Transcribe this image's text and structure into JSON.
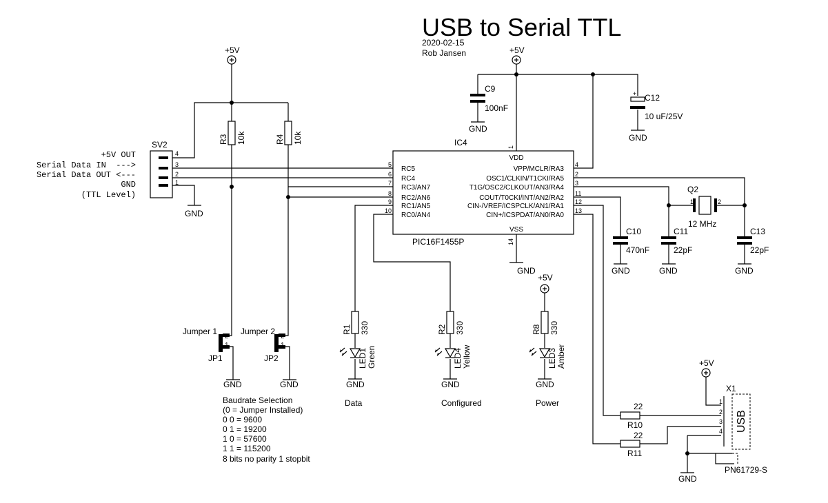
{
  "title": "USB to Serial TTL",
  "date": "2020-02-15",
  "author": "Rob Jansen",
  "supply": "+5V",
  "ground": "GND",
  "ic4": {
    "name": "IC4",
    "part": "PIC16F1455P",
    "vdd": "VDD",
    "vss": "VSS",
    "vdd_pin": "1",
    "vss_pin": "14",
    "left_pins": [
      {
        "num": "5",
        "label": "RC5"
      },
      {
        "num": "6",
        "label": "RC4"
      },
      {
        "num": "7",
        "label": "RC3/AN7"
      },
      {
        "num": "8",
        "label": "RC2/AN6"
      },
      {
        "num": "9",
        "label": "RC1/AN5"
      },
      {
        "num": "10",
        "label": "RC0/AN4"
      }
    ],
    "right_pins": [
      {
        "num": "4",
        "label": "VPP/MCLR/RA3"
      },
      {
        "num": "2",
        "label": "OSC1/CLKIN/T1CKI/RA5"
      },
      {
        "num": "3",
        "label": "T1G/OSC2/CLKOUT/AN3/RA4"
      },
      {
        "num": "11",
        "label": "COUT/T0CKI/INT/AN2/RA2"
      },
      {
        "num": "12",
        "label": "CIN-/VREF/ICSPCLK/AN1/RA1"
      },
      {
        "num": "13",
        "label": "CIN+/ICSPDAT/AN0/RA0"
      }
    ]
  },
  "sv2": {
    "name": "SV2",
    "pins": [
      "4",
      "3",
      "2",
      "1"
    ],
    "labels": [
      "+5V OUT",
      "Serial Data IN  --->",
      "Serial Data OUT <---",
      "GND",
      "(TTL Level)"
    ]
  },
  "c9": {
    "name": "C9",
    "value": "100nF"
  },
  "c12": {
    "name": "C12",
    "value": "10 uF/25V",
    "plus": "+"
  },
  "c10": {
    "name": "C10",
    "value": "470nF"
  },
  "c11": {
    "name": "C11",
    "value": "22pF"
  },
  "c13": {
    "name": "C13",
    "value": "22pF"
  },
  "q2": {
    "name": "Q2",
    "value": "12 MHz",
    "pin1": "1",
    "pin2": "2"
  },
  "r3": {
    "name": "R3",
    "value": "10k"
  },
  "r4": {
    "name": "R4",
    "value": "10k"
  },
  "jp1": {
    "name": "JP1",
    "label": "Jumper 1",
    "pin1": "1",
    "pin2": "2"
  },
  "jp2": {
    "name": "JP2",
    "label": "Jumper 2",
    "pin1": "1",
    "pin2": "2"
  },
  "r1": {
    "name": "R1",
    "value": "330"
  },
  "r2": {
    "name": "R2",
    "value": "330"
  },
  "r8": {
    "name": "R8",
    "value": "330"
  },
  "led1": {
    "name": "LED1",
    "color": "Green",
    "caption": "Data"
  },
  "led4": {
    "name": "LED4",
    "color": "Yellow",
    "caption": "Configured"
  },
  "led3": {
    "name": "LED3",
    "color": "Amber",
    "caption": "Power"
  },
  "r10": {
    "name": "R10",
    "value": "22"
  },
  "r11": {
    "name": "R11",
    "value": "22"
  },
  "x1": {
    "name": "X1",
    "label": "USB",
    "part": "PN61729-S",
    "pins": [
      "1",
      "2",
      "3",
      "4"
    ]
  },
  "baud_notes": [
    "Baudrate Selection",
    "(0 = Jumper Installed)",
    "0 0 = 9600",
    "0 1 = 19200",
    "1 0 = 57600",
    "1 1 = 115200",
    "8 bits no parity 1 stopbit"
  ]
}
